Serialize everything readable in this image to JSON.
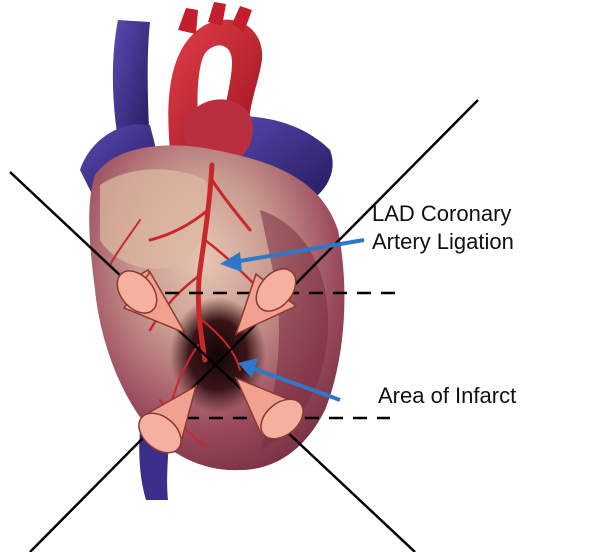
{
  "annotations": {
    "lad_line1": "LAD Coronary",
    "lad_line2": "Artery Ligation",
    "infarct": "Area of Infarct"
  },
  "colors": {
    "background": "#ffffff",
    "heart_muscle": "#8e3a4e",
    "heart_highlight": "#d9b8a4",
    "aorta": "#c41e2c",
    "veins": "#3a2e8a",
    "coronary_artery": "#c8282c",
    "arrow": "#2f78c8",
    "transducer": "#f2a090",
    "transducer_edge": "#8a3a30",
    "lines": "#000000"
  },
  "icons": {
    "heart": "anatomical-heart-illustration",
    "probe": "cone-transducer-icon"
  }
}
